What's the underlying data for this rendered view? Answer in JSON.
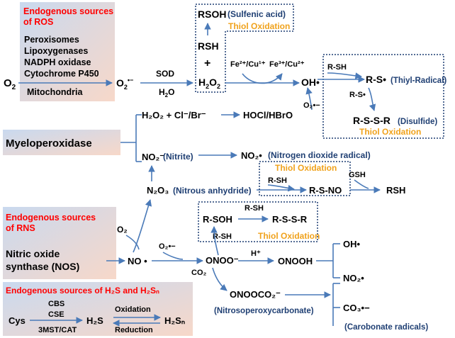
{
  "ros": {
    "title_line1": "Endogenous sources",
    "title_line2": "of ROS",
    "sources": [
      "Peroxisomes",
      "Lipoxygenases",
      "NADPH oxidase",
      "Cytochrome P450"
    ],
    "mito": "Mitochondria"
  },
  "o2": "O",
  "o2_sub": "2",
  "superoxide": "O",
  "superoxide_sub": "2",
  "superoxide_sup": "•−",
  "sod": "SOD",
  "h2o": "H",
  "h2o_sub": "2",
  "h2o_tail": "O",
  "rsoh": "RSOH",
  "rsoh_label": "(Sulfenic acid)",
  "thiol_oxidation": "Thiol Oxidation",
  "rsh": "RSH",
  "plus": "+",
  "h2o2": "H",
  "h2o2_sub1": "2",
  "h2o2_mid": "O",
  "h2o2_sub2": "2",
  "fenton_left": "Fe²⁺/Cu¹⁺",
  "fenton_right": "Fe³⁺/Cu²⁺",
  "oh_radical": "OH•",
  "thiyl": {
    "rsh": "R-SH",
    "rs": "R-S•",
    "rs_label": "(Thiyl-Radical)",
    "rs2": "R-S•",
    "rssr": "R-S-S-R",
    "rssr_label": "(Disulfide)",
    "thiol": "Thiol Oxidation"
  },
  "o2_minus2": "O₂•−",
  "mpo": "Myeloperoxidase",
  "h2o2_cl": "H₂O₂  + Cl⁻/Br⁻",
  "hocl": "HOCl/HBrO",
  "no2": "NO₂⁻",
  "no2_label": "(Nitrite)",
  "no2_radical": "NO₂•",
  "no2_radical_label": "(Nitrogen dioxide radical)",
  "n2o3": "N₂O₃",
  "n2o3_label": "(Nitrous anhydride)",
  "rsno": {
    "thiol": "Thiol Oxidation",
    "rsh": "R-SH",
    "rsno": "R-S-NO",
    "gsh": "GSH",
    "product": "RSH"
  },
  "rns": {
    "title_line1": "Endogenous sources",
    "title_line2": "of RNS",
    "nos1": "Nitric oxide",
    "nos2": "synthase (NOS)"
  },
  "o2_nos": "O₂",
  "no": "NO •",
  "o2_minus3": "O₂•−",
  "onoo": "ONOO⁻",
  "rsoh_box": {
    "rsoh": "R-SOH",
    "rsh_top": "R-SH",
    "rssr": "R-S-S-R",
    "rsh_bottom": "R-SH",
    "thiol": "Thiol Oxidation"
  },
  "hplus": "H⁺",
  "onooh": "ONOOH",
  "oh2": "OH•",
  "no2_2": "NO₂•",
  "co2": "CO₂",
  "onooco2": "ONOOCO₂⁻",
  "onooco2_label": "(Nitrosoperoxycarbonate)",
  "co3": "CO₃•−",
  "co3_label": "(Carobonate  radicals)",
  "h2s": {
    "title": "Endogenous sources  of H₂S and H₂Sₙ",
    "cys": "Cys",
    "cbs": "CBS",
    "cse": "CSE",
    "mst": "3MST/CAT",
    "h2s": "H₂S",
    "oxidation": "Oxidation",
    "reduction": "Reduction",
    "h2sn": "H₂Sₙ"
  },
  "colors": {
    "arrow": "#4a7ab8",
    "navy": "#1f3f73",
    "red": "#ff0000",
    "orange": "#f0a21c",
    "box_top": "#c9d9ef",
    "box_bottom": "#f7d8c9"
  }
}
